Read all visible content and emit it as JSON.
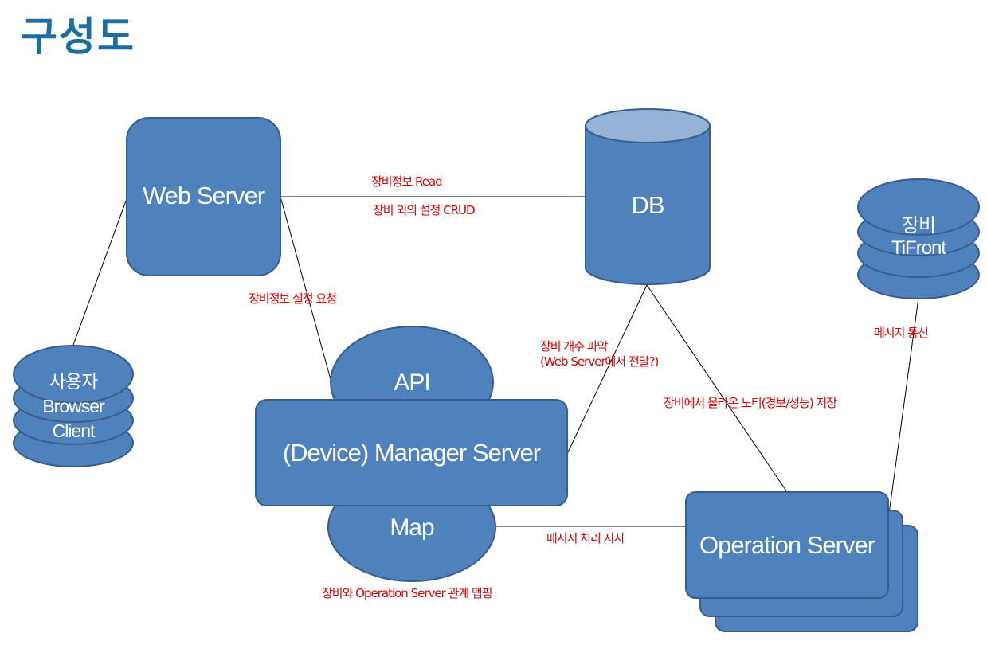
{
  "title": "구성도",
  "nodes": {
    "web_server": "Web Server",
    "db": "DB",
    "device": [
      "장비",
      "TiFront"
    ],
    "user": [
      "사용자",
      "Browser",
      "Client"
    ],
    "api": "API",
    "manager_server": "(Device) Manager Server",
    "map": "Map",
    "operation_server": "Operation Server"
  },
  "edges": {
    "web_db_read": "장비정보 Read",
    "web_db_crud": "장비 외의 설정 CRUD",
    "web_api": "장비정보 설정 요청",
    "manager_db": [
      "장비 개수 파악",
      "(Web Server에서 전달?)"
    ],
    "operation_db": "장비에서 올라온 노티(경보/성능) 저장",
    "device_operation": "메시지 통신",
    "map_operation": "메시지 처리 지시",
    "map_caption": "장비와 Operation Server 관계 맵핑"
  },
  "colors": {
    "title": "#1d6ea0",
    "shape_fill": "#4f81bd",
    "shape_stroke": "#385d8a",
    "db_top": "#95b3d7",
    "label": "#e00000"
  }
}
